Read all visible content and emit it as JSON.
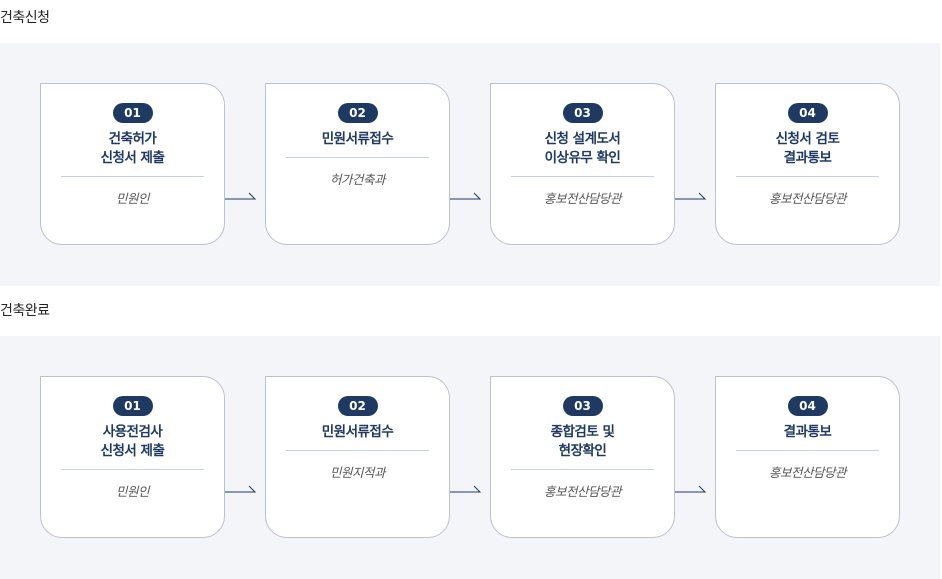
{
  "sections": [
    {
      "title": "건축신청",
      "steps": [
        {
          "num": "01",
          "title": [
            "건축허가",
            "신청서 제출"
          ],
          "dept": "민원인"
        },
        {
          "num": "02",
          "title": [
            "민원서류접수"
          ],
          "dept": "허가건축과"
        },
        {
          "num": "03",
          "title": [
            "신청 설계도서",
            "이상유무 확인"
          ],
          "dept": "홍보전산담당관"
        },
        {
          "num": "04",
          "title": [
            "신청서 검토",
            "결과통보"
          ],
          "dept": "홍보전산담당관"
        }
      ]
    },
    {
      "title": "건축완료",
      "steps": [
        {
          "num": "01",
          "title": [
            "사용전검사",
            "신청서 제출"
          ],
          "dept": "민원인"
        },
        {
          "num": "02",
          "title": [
            "민원서류접수"
          ],
          "dept": "민원지적과"
        },
        {
          "num": "03",
          "title": [
            "종합검토 및",
            "현장확인"
          ],
          "dept": "홍보전산담당관"
        },
        {
          "num": "04",
          "title": [
            "결과통보"
          ],
          "dept": "홍보전산담당관"
        }
      ]
    }
  ],
  "colors": {
    "accent": "#1e3a63",
    "band": "#f4f5f8",
    "card_border": "#b9c2d0"
  },
  "icons": {
    "step_arrow": "arrow-right-icon"
  }
}
